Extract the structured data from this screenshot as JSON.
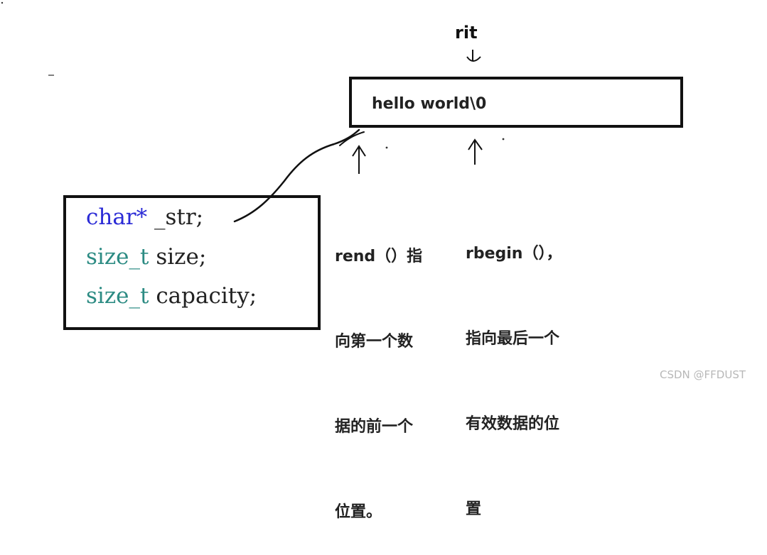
{
  "pointer_label": "rit",
  "string_box": {
    "text": "hello world\\0"
  },
  "struct": {
    "lines": [
      {
        "type": "char*",
        "name": " _str;"
      },
      {
        "type": "size_t",
        "name": " size;"
      },
      {
        "type": "size_t",
        "name": " capacity;"
      }
    ]
  },
  "rend_note": {
    "lines": [
      "rend（）指",
      "向第一个数",
      "据的前一个",
      "位置。"
    ]
  },
  "rbegin_note": {
    "lines": [
      "rbegin（），",
      "指向最后一个",
      "有效数据的位",
      "置"
    ]
  },
  "watermark": "CSDN @FFDUST"
}
